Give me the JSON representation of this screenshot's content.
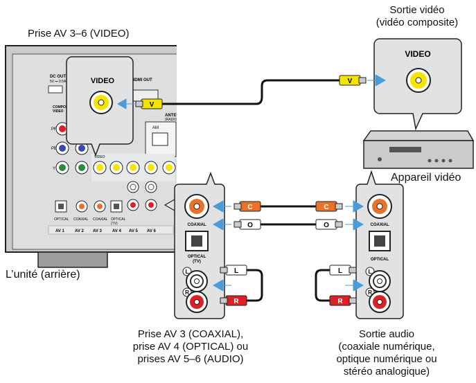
{
  "labels": {
    "top_left": "Prise AV 3–6 (VIDEO)",
    "top_right": [
      "Sortie vidéo",
      "(vidéo composite)"
    ],
    "device": "Appareil vidéo",
    "unit": "L’unité (arrière)",
    "bottom_left": [
      "Prise AV 3 (COAXIAL),",
      "prise AV 4 (OPTICAL) ou",
      "prises AV 5–6 (AUDIO)"
    ],
    "bottom_right": [
      "Sortie audio",
      "(coaxiale numérique,",
      "optique numérique ou",
      "stéréo analogique)"
    ]
  },
  "panel": {
    "video": "VIDEO",
    "coaxial": "COAXIAL",
    "optical": "OPTICAL",
    "optical_tv": "(TV)",
    "l": "L",
    "r": "R"
  },
  "unit_panel": {
    "dc_out": "DC OUT",
    "dc_spec": "5V ⎓ 0.5A",
    "hdmi_out": "HDMI OUT",
    "antenna": "ANTENNA",
    "am": "AM",
    "radio": "(RADIO)",
    "component": "COMPONENT",
    "video": "VIDEO",
    "pr": "PR",
    "pb": "PB",
    "y": "Y",
    "coaxial": "COAXIAL",
    "optical": "OPTICAL",
    "optical_tv": "(TV)",
    "av_labels": [
      "AV 1",
      "AV 2",
      "AV 3",
      "AV 4",
      "AV 5",
      "AV 6"
    ]
  },
  "plugs": {
    "video": "V",
    "coaxial": "C",
    "optical": "O",
    "left": "L",
    "right": "R"
  },
  "colors": {
    "video_yellow": "#f5e400",
    "coax_orange": "#e8722a",
    "analog_red": "#dd1f26",
    "arrow_blue": "#4a9bd6",
    "panel_gray": "#d4d6d8"
  }
}
